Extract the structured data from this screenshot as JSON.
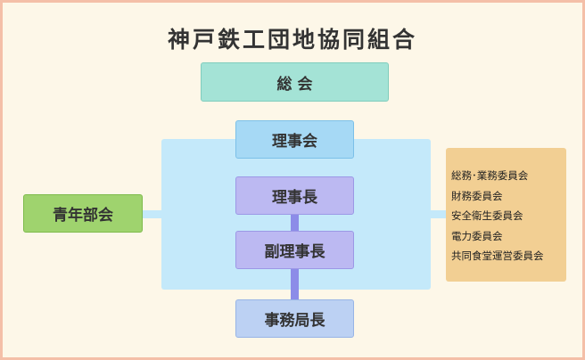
{
  "title": "神戸鉄工団地協同組合",
  "nodes": {
    "general_meeting": "総 会",
    "board": "理事会",
    "chairman": "理事長",
    "vice_chairman": "副理事長",
    "secretary_general": "事務局長",
    "youth_division": "青年部会"
  },
  "committees": [
    "総務･業務委員会",
    "財務委員会",
    "安全衛生委員会",
    "電力委員会",
    "共同食堂運営委員会"
  ],
  "colors": {
    "general_meeting": "#a4e3d6",
    "board": "#a6d9f5",
    "officers": "#bcb9f2",
    "secretary": "#bcd1f3",
    "youth": "#9fd36e",
    "committee_panel": "#f2cf93",
    "blue_area": "#c4e9fa",
    "connector": "#8c8ce8"
  }
}
